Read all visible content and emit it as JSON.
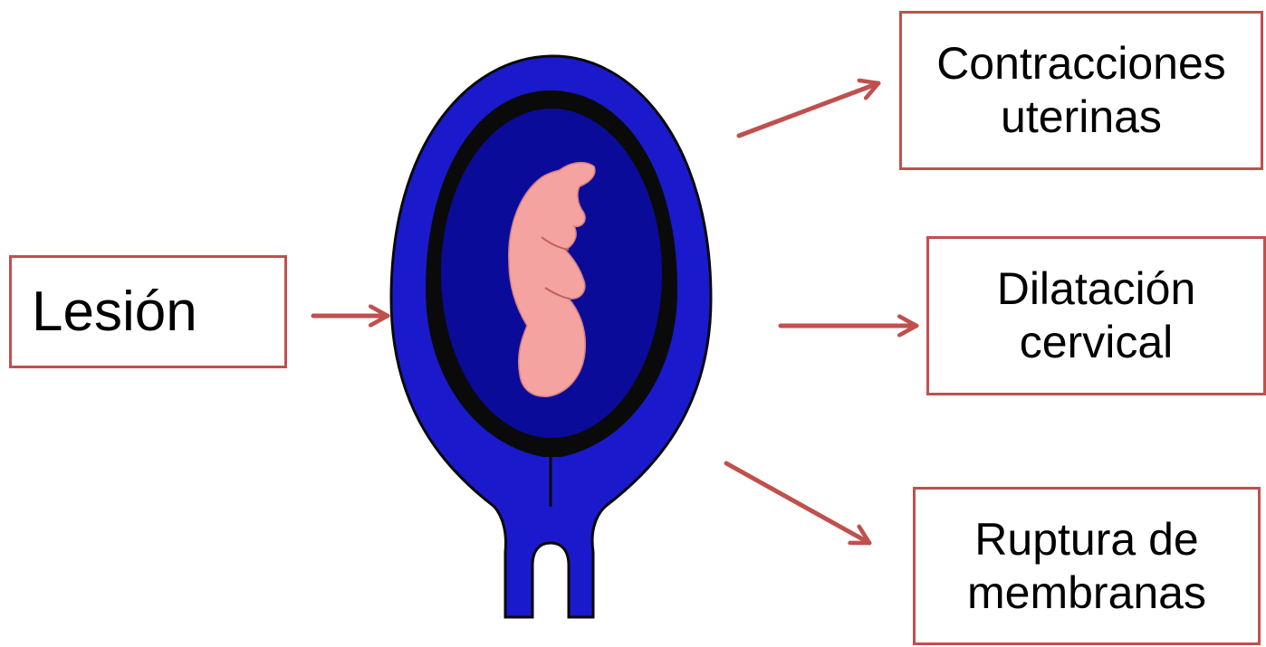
{
  "colors": {
    "uterus_wall": "#1a1acc",
    "amniotic_sac": "#0a0a0a",
    "amniotic_fluid": "#0b0b99",
    "fetus": "#f4a3a0",
    "arrow": "#c0504d",
    "box_border": "#c0504d"
  },
  "icons": {
    "uterus": "uterus-with-fetus-illustration"
  },
  "cause": {
    "label": "Lesión"
  },
  "effects": {
    "contracciones": {
      "line1": "Contracciones",
      "line2": "uterinas"
    },
    "dilatacion": {
      "line1": "Dilatación",
      "line2": "cervical"
    },
    "ruptura": {
      "line1": "Ruptura de",
      "line2": "membranas"
    }
  }
}
